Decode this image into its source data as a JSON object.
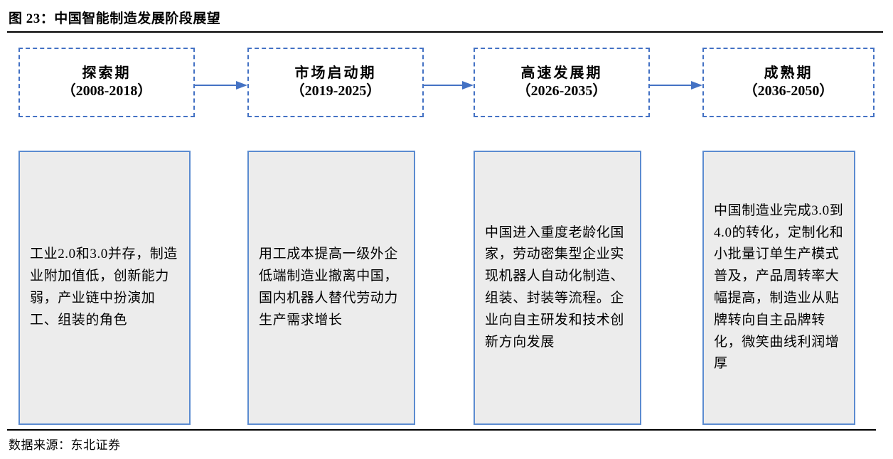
{
  "figure": {
    "label": "图 23：中国智能制造发展阶段展望",
    "source_note": "数据来源：东北证券",
    "accent_color": "#4472c4",
    "panel_border_color": "#5b8bd0",
    "panel_fill_color": "#ececec",
    "arrow_icon": "arrow-right-icon"
  },
  "phases": [
    {
      "name": "探索期",
      "years": "（2008-2018）",
      "description": "工业2.0和3.0并存，制造业附加值低，创新能力弱，产业链中扮演加工、组装的角色"
    },
    {
      "name": "市场启动期",
      "years": "（2019-2025）",
      "description": "用工成本提高一级外企低端制造业撤离中国，国内机器人替代劳动力生产需求增长"
    },
    {
      "name": "高速发展期",
      "years": "（2026-2035）",
      "description": "中国进入重度老龄化国家，劳动密集型企业实现机器人自动化制造、组装、封装等流程。企业向自主研发和技术创新方向发展"
    },
    {
      "name": "成熟期",
      "years": "（2036-2050）",
      "description": "中国制造业完成3.0到4.0的转化，定制化和小批量订单生产模式普及，产品周转率大幅提高，制造业从贴牌转向自主品牌转化，微笑曲线利润增厚"
    }
  ]
}
